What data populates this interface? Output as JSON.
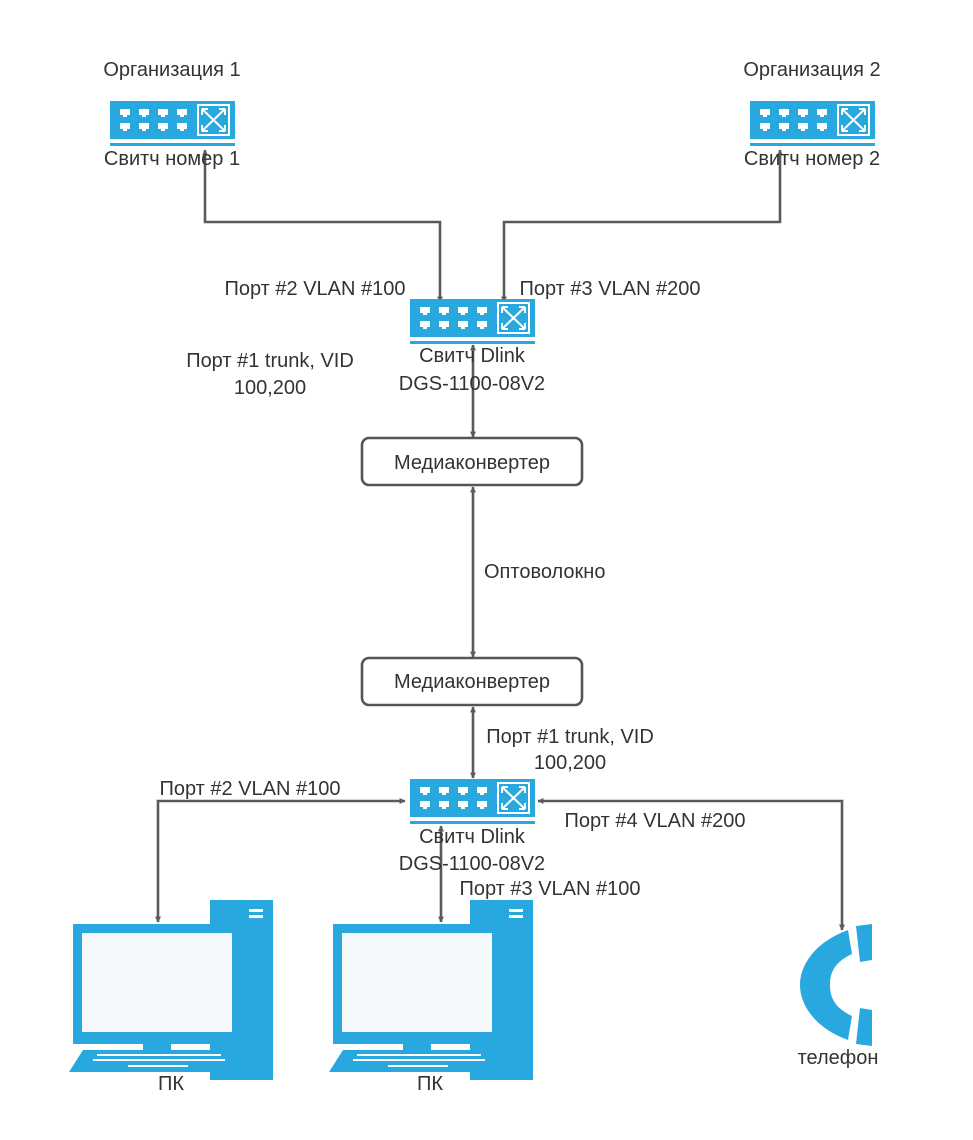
{
  "colors": {
    "device": "#29a8df",
    "line": "#5a5a5a",
    "text": "#333333"
  },
  "icons": {
    "switch": "network-switch-icon",
    "computer": "desktop-computer-icon",
    "phone": "telephone-icon"
  },
  "org1": {
    "title": "Организация 1",
    "switch_label": "Свитч номер 1"
  },
  "org2": {
    "title": "Организация 2",
    "switch_label": "Свитч номер 2"
  },
  "top_switch": {
    "name_line1": "Свитч Dlink",
    "name_line2": "DGS-1100-08V2",
    "port2": "Порт #2 VLAN #100",
    "port3": "Порт #3 VLAN #200",
    "port1_line1": "Порт #1 trunk, VID",
    "port1_line2": "100,200"
  },
  "converter_top": {
    "label": "Медиаконвертер"
  },
  "fiber": {
    "label": "Оптоволокно"
  },
  "converter_bottom": {
    "label": "Медиаконвертер"
  },
  "bottom_switch": {
    "name_line1": "Свитч Dlink",
    "name_line2": "DGS-1100-08V2",
    "port1_line1": "Порт #1 trunk, VID",
    "port1_line2": "100,200",
    "port2": "Порт #2 VLAN #100",
    "port3": "Порт #3 VLAN #100",
    "port4": "Порт #4 VLAN #200"
  },
  "pc1": {
    "label": "ПК"
  },
  "pc2": {
    "label": "ПК"
  },
  "phone": {
    "label": "телефон"
  }
}
